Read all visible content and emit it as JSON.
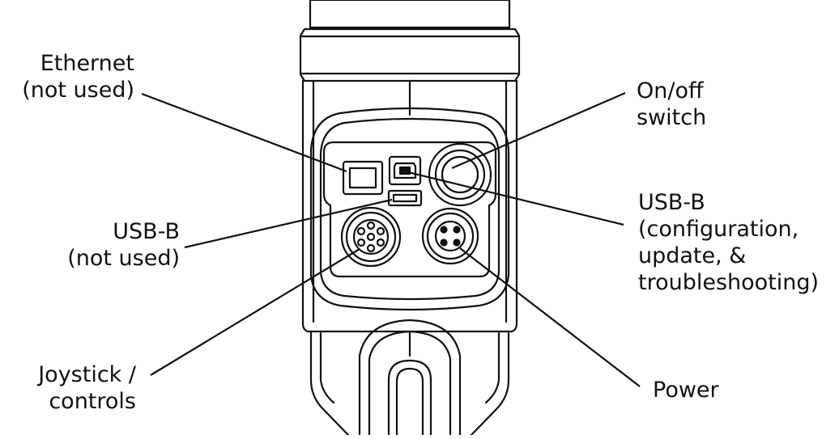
{
  "colors": {
    "ink": "#111111",
    "body_fill": "#ffffff"
  },
  "labels": {
    "ethernet": {
      "line1": "Ethernet",
      "line2": "(not used)"
    },
    "usb_b_unused": {
      "line1": "USB-B",
      "line2": "(not used)"
    },
    "joystick": {
      "line1": "Joystick /",
      "line2": "controls"
    },
    "onoff": {
      "line1": "On/off",
      "line2": "switch"
    },
    "usb_b_config": {
      "line1": "USB-B",
      "line2": "(configuration,",
      "line3": "update, &",
      "line4": "troubleshooting)"
    },
    "power": {
      "line1": "Power"
    }
  }
}
